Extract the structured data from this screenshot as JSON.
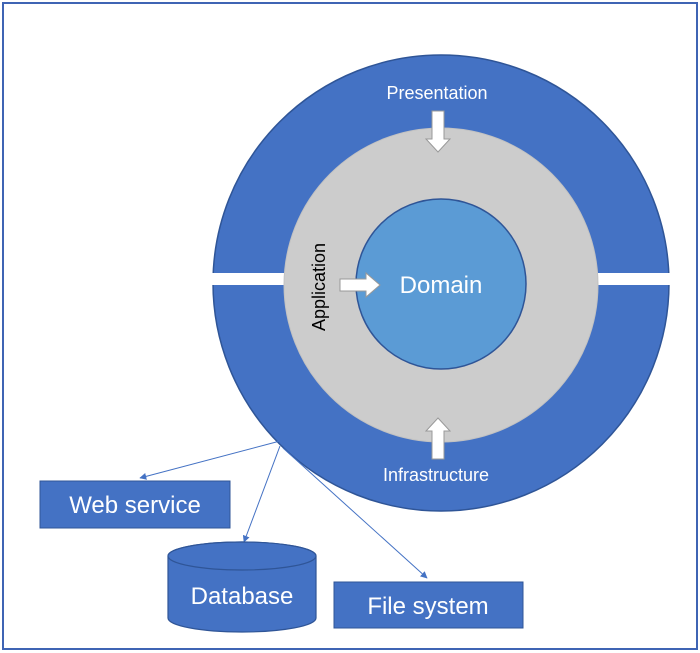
{
  "diagram": {
    "layers": {
      "outer": "Presentation",
      "outer_bottom": "Infrastructure",
      "middle": "Application",
      "core": "Domain"
    },
    "external_systems": {
      "web_service": "Web service",
      "database": "Database",
      "file_system": "File system"
    }
  },
  "colors": {
    "frame": "#3f64b4",
    "outer_ring": "#4472c4",
    "outer_ring_stroke": "#2f5597",
    "middle_ring": "#cccccc",
    "core": "#5b9bd5",
    "box_fill": "#4472c4",
    "connector": "#4472c4"
  }
}
